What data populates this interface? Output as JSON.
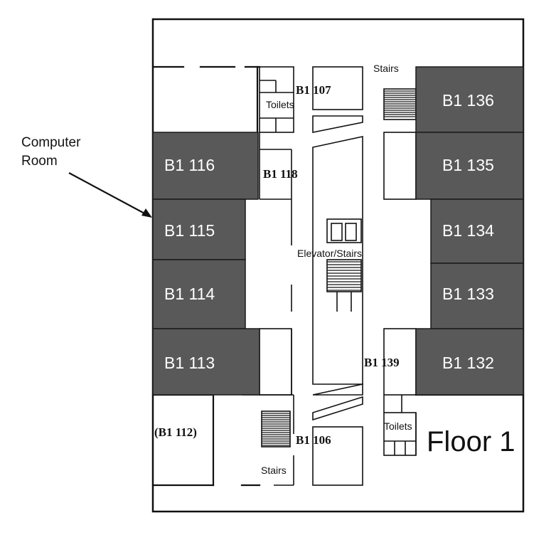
{
  "floor_label": "Floor 1",
  "callout": {
    "line1": "Computer",
    "line2": "Room"
  },
  "rooms": {
    "b1_136": "B1 136",
    "b1_135": "B1 135",
    "b1_134": "B1 134",
    "b1_133": "B1 133",
    "b1_132": "B1 132",
    "b1_116": "B1 116",
    "b1_115": "B1 115",
    "b1_114": "B1 114",
    "b1_113": "B1 113"
  },
  "minor_rooms": {
    "b1_107": "B1 107",
    "b1_118": "B1 118",
    "b1_139": "B1 139",
    "b1_112": "(B1 112)",
    "b1_106": "B1 106"
  },
  "facilities": {
    "stairs_top": "Stairs",
    "stairs_bottom": "Stairs",
    "toilets_top": "Toilets",
    "toilets_bottom": "Toilets",
    "elevator_stairs": "Elevator/Stairs"
  },
  "colors": {
    "room_fill": "#595959",
    "label_on_room": "#ffffff",
    "walls": "#111111"
  }
}
